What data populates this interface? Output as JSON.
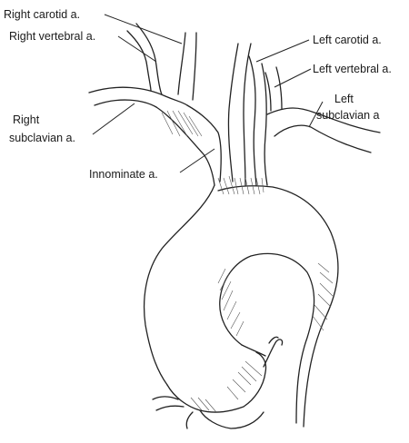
{
  "labels": {
    "right_carotid": "Right carotid a.",
    "right_vertebral": "Right vertebral a.",
    "right_subclavian_line1": "Right",
    "right_subclavian_line2": "subclavian a.",
    "innominate": "Innominate a.",
    "left_carotid": "Left carotid a.",
    "left_vertebral": "Left vertebral a.",
    "left_subclavian_line1": "Left",
    "left_subclavian_line2": "subclavian a"
  },
  "colors": {
    "line": "#222222",
    "shading": "#555555",
    "background": "#ffffff"
  }
}
